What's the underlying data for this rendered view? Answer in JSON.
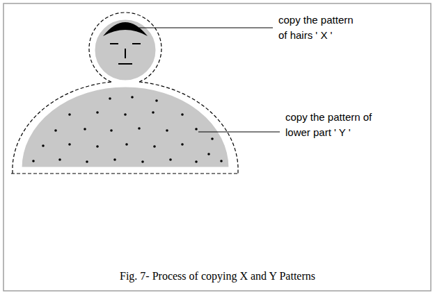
{
  "diagram": {
    "caption": "Fig. 7- Process of copying X and Y Patterns",
    "labels": [
      "copy the pattern of hairs ' X '",
      "copy the pattern of lower part ' Y '"
    ]
  }
}
